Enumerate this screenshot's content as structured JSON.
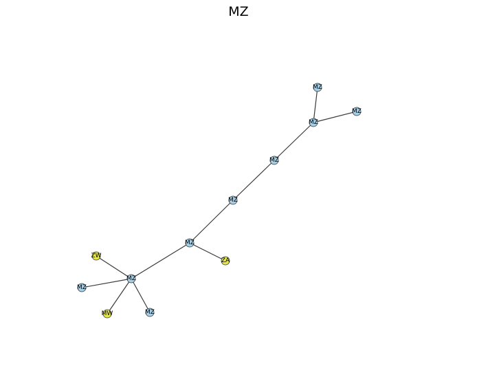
{
  "title": "MZ",
  "colors": {
    "mz_node": "#a6cfe6",
    "other_node": "#e6e64a",
    "edge": "#3a3a3a"
  },
  "nodes": [
    {
      "id": "n1",
      "label": "MZ",
      "group": "MZ"
    },
    {
      "id": "n2",
      "label": "MZ",
      "group": "MZ"
    },
    {
      "id": "n3",
      "label": "MZ",
      "group": "MZ"
    },
    {
      "id": "n4",
      "label": "MZ",
      "group": "MZ"
    },
    {
      "id": "n5",
      "label": "MZ",
      "group": "MZ"
    },
    {
      "id": "n6",
      "label": "MZ",
      "group": "MZ"
    },
    {
      "id": "n7",
      "label": "ZA",
      "group": "other"
    },
    {
      "id": "n8",
      "label": "MZ",
      "group": "MZ"
    },
    {
      "id": "n9",
      "label": "ZW",
      "group": "other"
    },
    {
      "id": "n10",
      "label": "MZ",
      "group": "MZ"
    },
    {
      "id": "n11",
      "label": "MW",
      "group": "other"
    },
    {
      "id": "n12",
      "label": "MZ",
      "group": "MZ"
    }
  ],
  "edges": [
    [
      "n1",
      "n2"
    ],
    [
      "n3",
      "n2"
    ],
    [
      "n2",
      "n4"
    ],
    [
      "n4",
      "n5"
    ],
    [
      "n5",
      "n6"
    ],
    [
      "n6",
      "n7"
    ],
    [
      "n6",
      "n8"
    ],
    [
      "n8",
      "n9"
    ],
    [
      "n8",
      "n10"
    ],
    [
      "n8",
      "n11"
    ],
    [
      "n8",
      "n12"
    ]
  ]
}
